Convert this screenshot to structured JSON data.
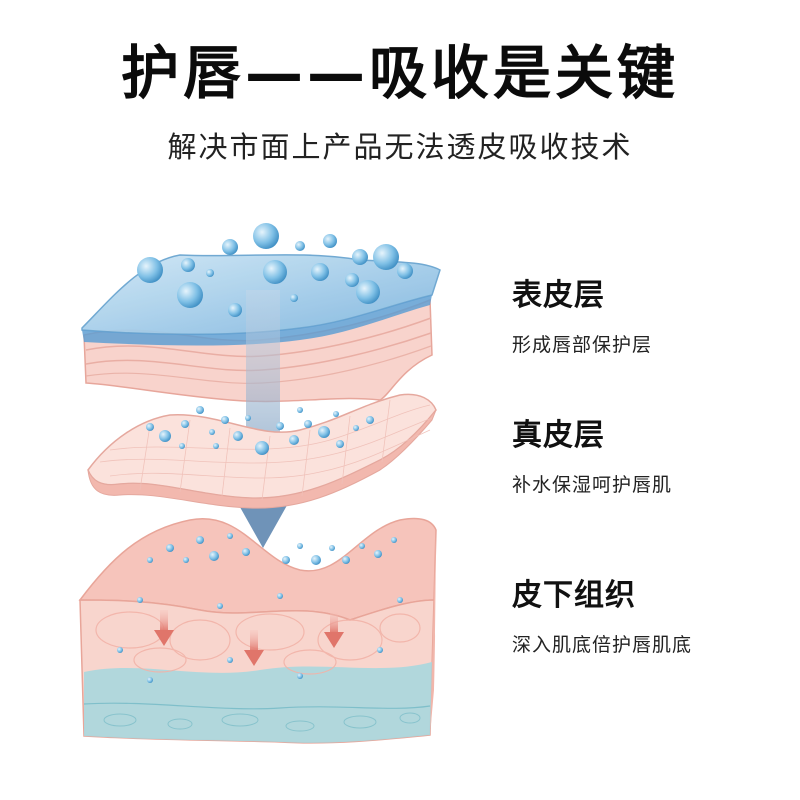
{
  "header": {
    "title": "护唇——吸收是关键",
    "subtitle": "解决市面上产品无法透皮吸收技术"
  },
  "layers": [
    {
      "title": "表皮层",
      "desc": "形成唇部保护层"
    },
    {
      "title": "真皮层",
      "desc": "补水保湿呵护唇肌"
    },
    {
      "title": "皮下组织",
      "desc": "深入肌底倍护唇肌底"
    }
  ],
  "colors": {
    "skin_pink": "#f6c9c2",
    "skin_light": "#fbe3dc",
    "water_blue": "#8fc6e3",
    "droplet_blue": "#5aaad8",
    "arrow_blue": "#8ea9c6",
    "arrow_red": "#e58d83",
    "deep_blue": "#9fd1dc"
  }
}
